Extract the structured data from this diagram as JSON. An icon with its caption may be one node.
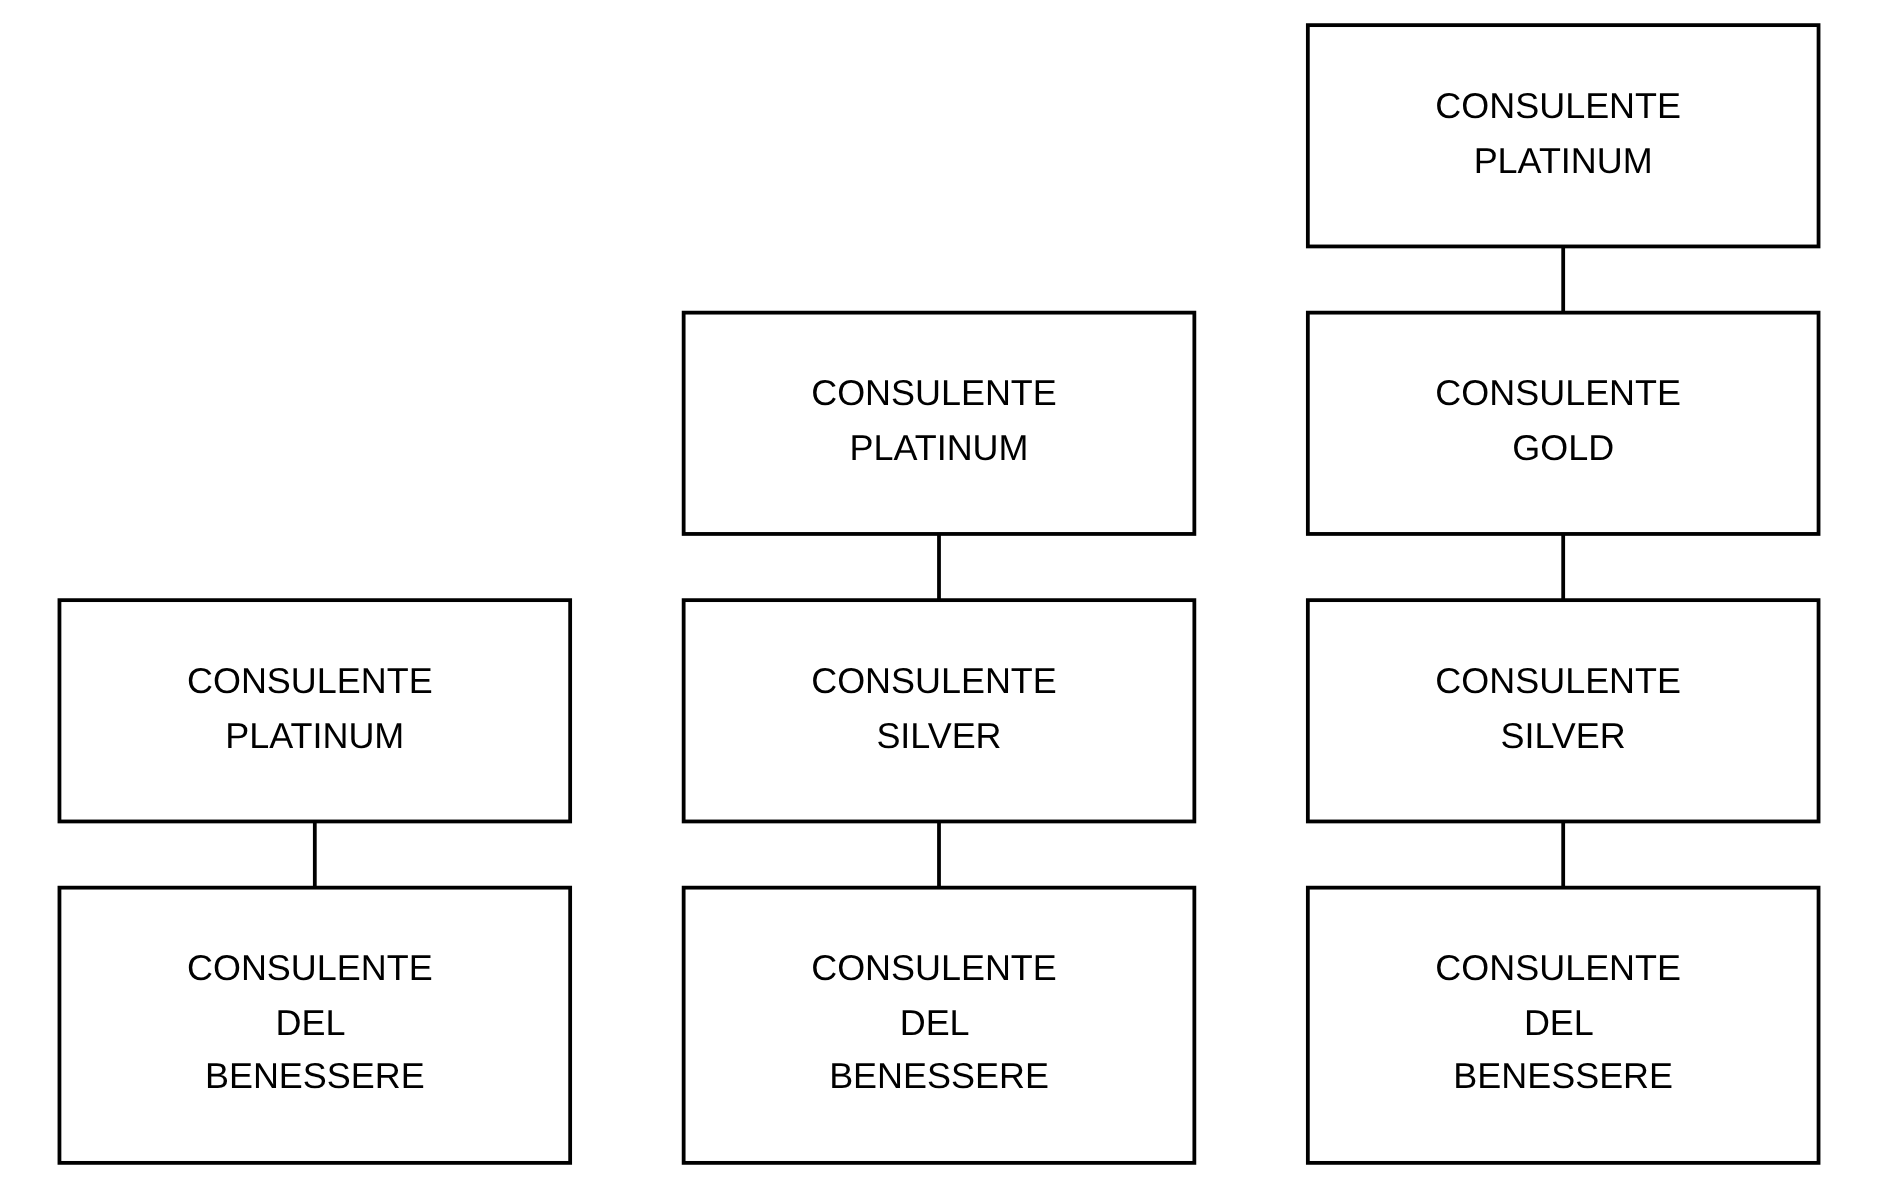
{
  "diagram": {
    "nodes": [
      {
        "text": [
          "CONSULENTE PLATINUM"
        ]
      },
      {
        "text": [
          "CONSULENTE DEL BENESSERE"
        ]
      },
      {
        "text": [
          "CONSULENTE PLATINUM"
        ]
      },
      {
        "text": [
          "CONSULENTE SILVER"
        ]
      },
      {
        "text": [
          "CONSULENTE DEL BENESSERE"
        ]
      },
      {
        "text": [
          "CONSULENTE PLATINUM"
        ]
      },
      {
        "text": [
          "CONSULENTE GOLD"
        ]
      },
      {
        "text": [
          "CONSULENTE SILVER"
        ]
      },
      {
        "text": [
          "CONSULENTE DEL BENESSERE"
        ]
      }
    ],
    "edges": [
      {
        "from": 1,
        "to": 0,
        "arrow": "none"
      },
      {
        "from": 4,
        "to": 3,
        "arrow": "none"
      },
      {
        "from": 3,
        "to": 2,
        "arrow": "none"
      },
      {
        "from": 8,
        "to": 7,
        "arrow": "none"
      },
      {
        "from": 7,
        "to": 6,
        "arrow": "none"
      },
      {
        "from": 6,
        "to": 5,
        "arrow": "none"
      }
    ]
  }
}
